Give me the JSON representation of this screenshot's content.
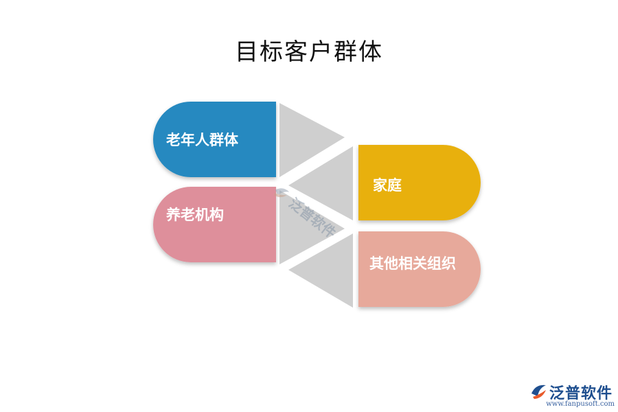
{
  "title": "目标客户群体",
  "segments": [
    {
      "id": "elderly",
      "label": "老年人群体",
      "color": "#2589c0"
    },
    {
      "id": "nursing",
      "label": "养老机构",
      "color": "#de8f9b"
    },
    {
      "id": "family",
      "label": "家庭",
      "color": "#e8b00a"
    },
    {
      "id": "other",
      "label": "其他相关组织",
      "color": "#e7a99b"
    }
  ],
  "connector_color": "#cfcfcf",
  "watermark": {
    "text": "泛普软件"
  },
  "logo": {
    "name": "泛普软件",
    "url": "www.fanpusoft.com",
    "color": "#1f4f8f",
    "accent": "#e85a2a"
  }
}
